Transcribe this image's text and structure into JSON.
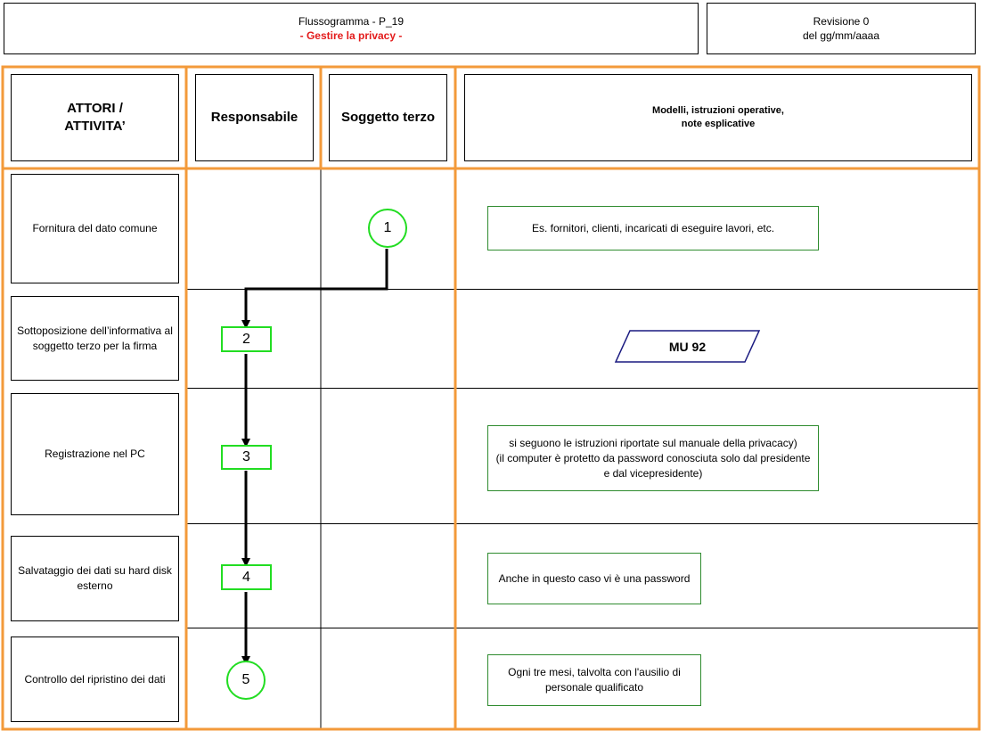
{
  "header": {
    "title": "Flussogramma - P_19",
    "subtitle": "- Gestire la privacy -",
    "revision": "Revisione 0",
    "revision_date": "del gg/mm/aaaa"
  },
  "columns": {
    "actors": "ATTORI /\nATTIVITA’",
    "responsible": "Responsabile",
    "third_party": "Soggetto terzo",
    "models": "Modelli, istruzioni operative,\nnote esplicative"
  },
  "rows": [
    {
      "activity": "Fornitura del dato comune",
      "step": "1",
      "note": "Es. fornitori, clienti, incaricati di eseguire lavori, etc."
    },
    {
      "activity": "Sottoposizione dell’informativa al soggetto terzo per la firma",
      "step": "2",
      "document": "MU 92"
    },
    {
      "activity": "Registrazione nel PC",
      "step": "3",
      "note": "si seguono le istruzioni riportate sul manuale della privacacy)\n(il computer è protetto da password conosciuta solo dal presidente e dal vicepresidente)"
    },
    {
      "activity": "Salvataggio dei dati su hard disk esterno",
      "step": "4",
      "note": "Anche in questo caso vi è una password"
    },
    {
      "activity": "Controllo del ripristino dei dati",
      "step": "5",
      "note": "Ogni tre mesi, talvolta con l'ausilio di personale qualificato"
    }
  ],
  "colors": {
    "swimlane_border": "#f39a3a",
    "step_border": "#22dd22",
    "note_border": "#2e8b2e",
    "document_border": "#1a1a80",
    "subtitle": "#e31b1b"
  }
}
